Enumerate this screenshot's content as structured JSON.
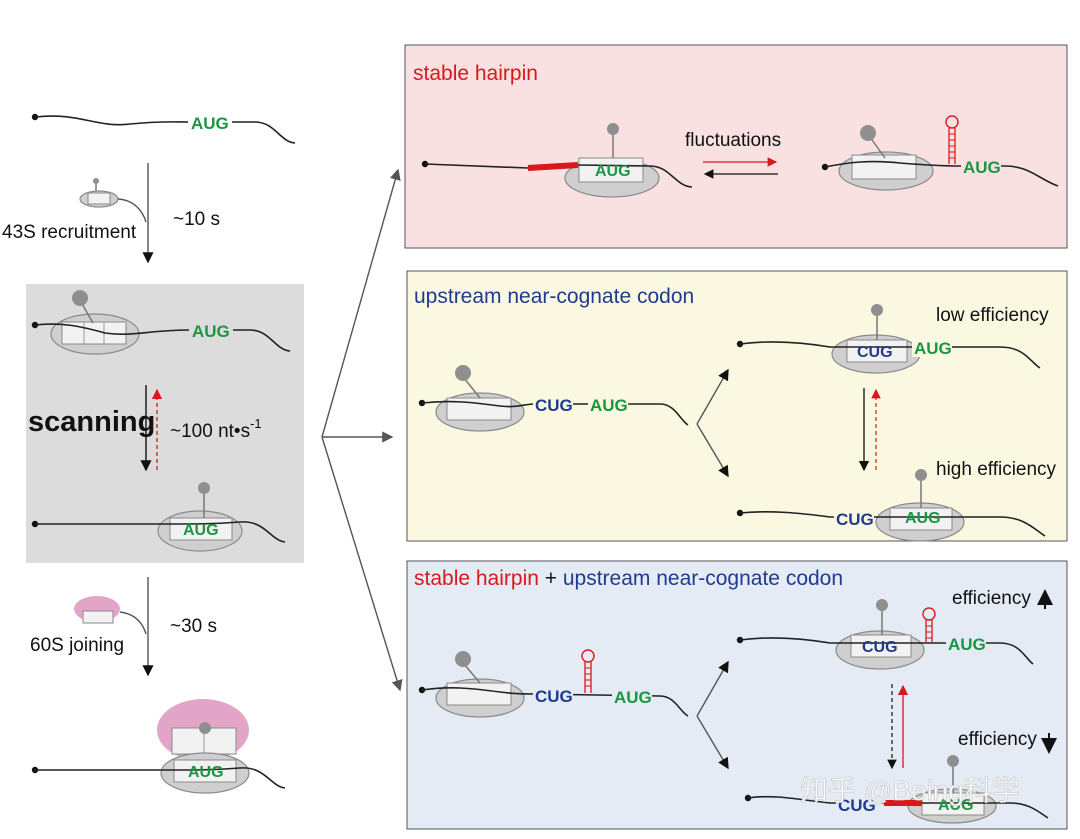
{
  "codons": {
    "aug": "AUG",
    "cug": "CUG"
  },
  "left": {
    "step1_label": "43S recruitment",
    "step1_time": "~10 s",
    "scanning_label": "scanning",
    "scanning_rate": "~100 nt•s",
    "scanning_rate_exp": "-1",
    "step3_label": "60S joining",
    "step3_time": "~30 s"
  },
  "panel_hairpin": {
    "title": "stable hairpin",
    "fluct_label": "fluctuations",
    "color": "#fae1e1"
  },
  "panel_cognate": {
    "title": "upstream near-cognate codon",
    "low_label": "low efficiency",
    "high_label": "high efficiency",
    "color": "#fbf8e2"
  },
  "panel_both": {
    "title_red": "stable hairpin",
    "title_plus": " + ",
    "title_blue": "upstream near-cognate codon",
    "eff_up": "efficiency",
    "eff_down": "efficiency",
    "color": "#e4ebf5"
  },
  "watermark": "知乎 @Being科学",
  "colors": {
    "aug": "#1a9641",
    "cug": "#1f3b8f",
    "red": "#d7191c",
    "gray_box": "#dcdcdc",
    "ssu": "#cfcfcf",
    "lsu": "#e3a5c7"
  }
}
